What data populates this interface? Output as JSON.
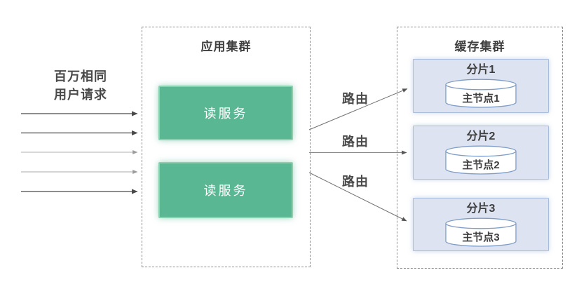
{
  "diagram": {
    "request_label": {
      "line1": "百万相同",
      "line2": "用户请求"
    },
    "app_cluster": {
      "title": "应用集群",
      "services": [
        {
          "label": "读服务"
        },
        {
          "label": "读服务"
        }
      ]
    },
    "route_labels": [
      "路由",
      "路由",
      "路由"
    ],
    "cache_cluster": {
      "title": "缓存集群",
      "shards": [
        {
          "label": "分片1",
          "node": "主节点1"
        },
        {
          "label": "分片2",
          "node": "主节点2"
        },
        {
          "label": "分片3",
          "node": "主节点3"
        }
      ]
    },
    "icons": {
      "shard_storage": "database-cylinder-icon"
    },
    "colors": {
      "service_green": "#5ab794",
      "service_green_border": "#8bd1b0",
      "shard_fill": "#dde3f1",
      "shard_border": "#a9bedc",
      "cylinder_stroke": "#7e9cc6",
      "dashed_border": "#8f8f8f",
      "arrow_dark": "#4a4a4a",
      "arrow_light": "#b0b0b0",
      "route_arrow": "#707070",
      "text": "#3f3f3f",
      "background": "#ffffff"
    }
  }
}
